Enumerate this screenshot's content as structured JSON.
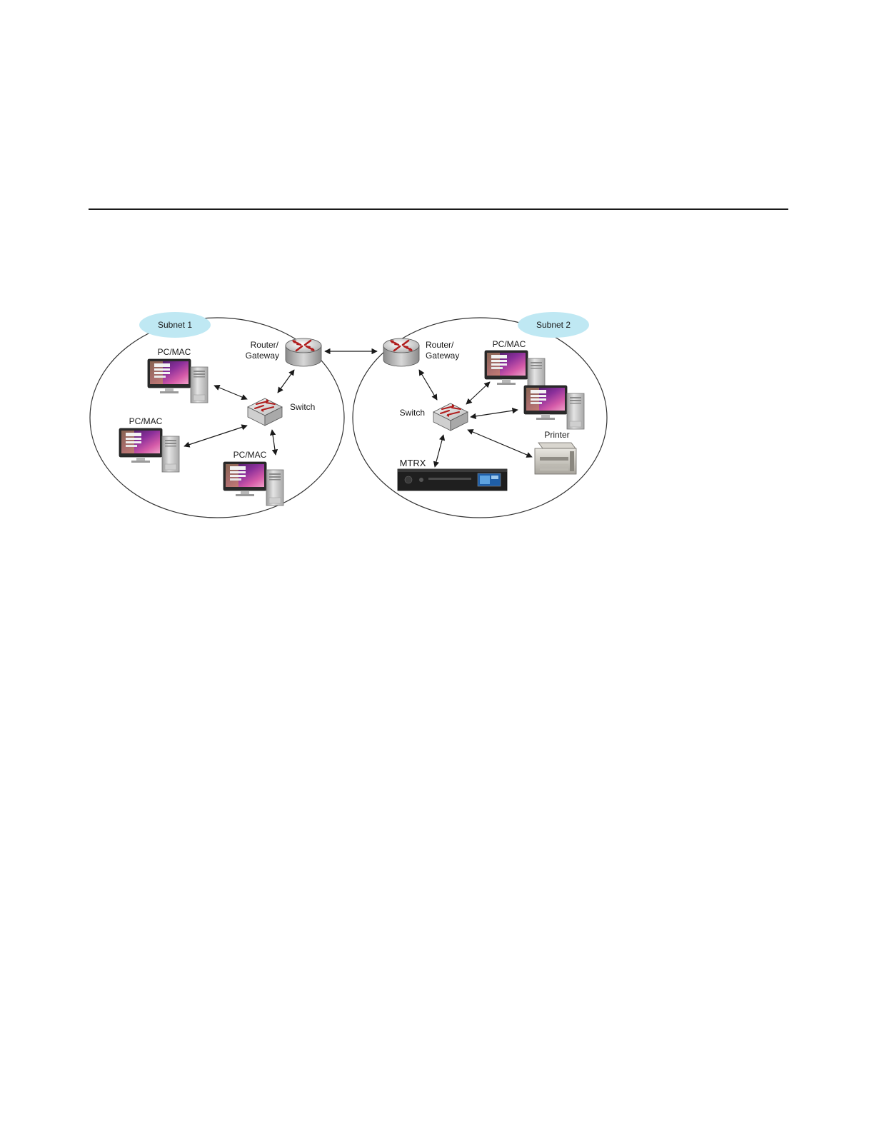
{
  "diagram": {
    "subnet1": {
      "bubble": "Subnet 1",
      "router": [
        "Router/",
        "Gateway"
      ],
      "switch": "Switch",
      "pcs": [
        "PC/MAC",
        "PC/MAC",
        "PC/MAC"
      ]
    },
    "subnet2": {
      "bubble": "Subnet 2",
      "router": [
        "Router/",
        "Gateway"
      ],
      "switch": "Switch",
      "pc": "PC/MAC",
      "printer": "Printer",
      "mtrx": "MTRX"
    },
    "colors": {
      "bubble_fill": "#bfe8f3",
      "router_arrow": "#b01c1c",
      "outline": "#333333",
      "screen_purple": "#6a2a8a"
    }
  }
}
